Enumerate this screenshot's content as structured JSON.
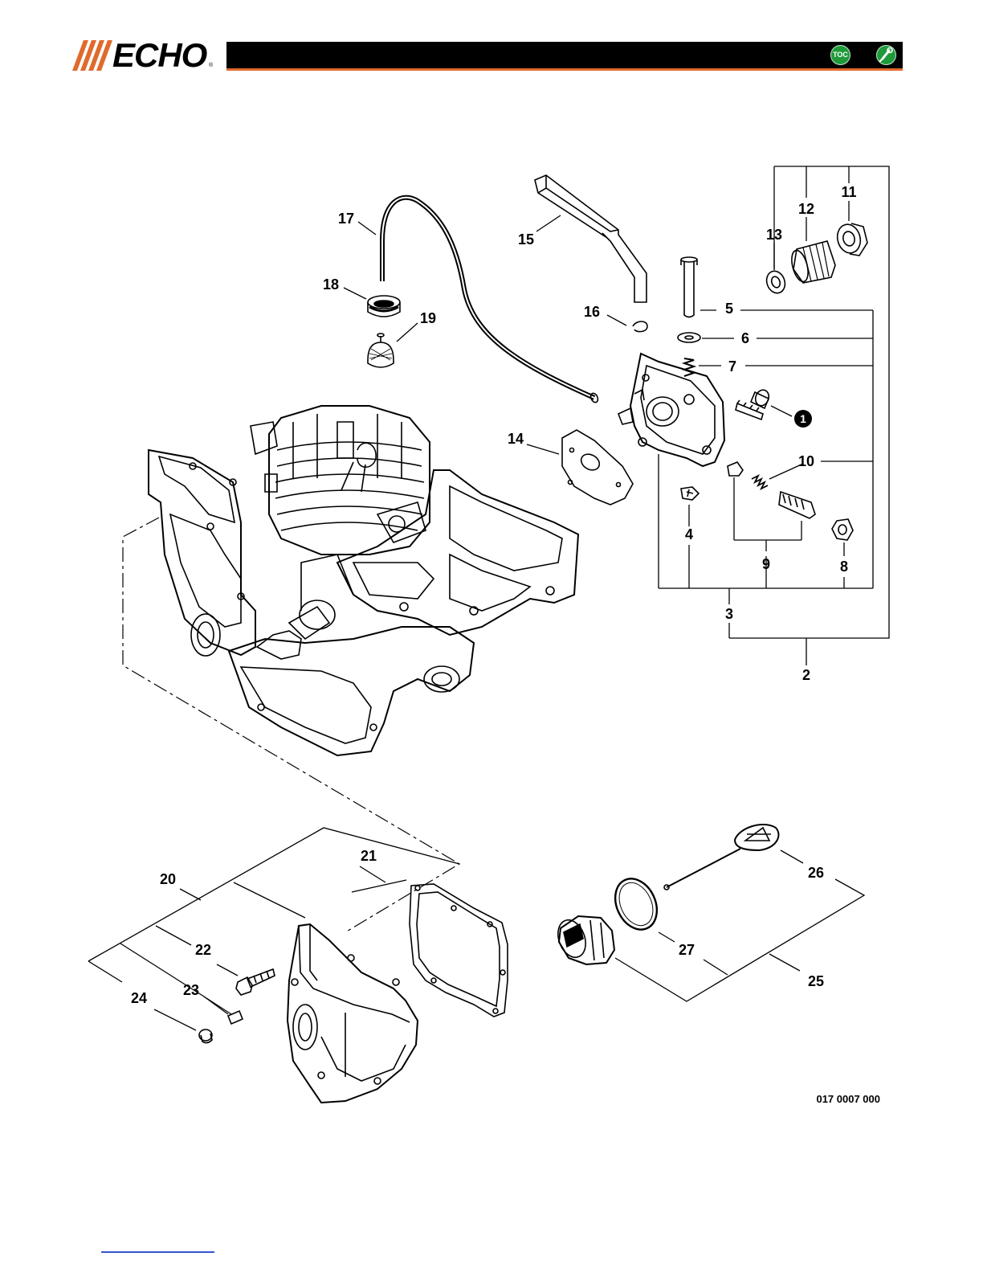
{
  "brand": {
    "name": "ECHO",
    "reg_mark": "®",
    "accent": "#e06a2c",
    "bar_color": "#000000"
  },
  "header": {
    "toc_button": {
      "label": "TOC",
      "icon": "toc-icon",
      "color": "#1f9a3a"
    },
    "tool_button": {
      "icon": "wrench-screwdriver-icon",
      "color": "#1f9a3a"
    }
  },
  "diagram": {
    "callouts": [
      "1",
      "2",
      "3",
      "4",
      "5",
      "6",
      "7",
      "8",
      "9",
      "10",
      "11",
      "12",
      "13",
      "14",
      "15",
      "16",
      "17",
      "18",
      "19",
      "20",
      "21",
      "22",
      "23",
      "24",
      "25",
      "26",
      "27"
    ],
    "note_marker": "1",
    "reference_code": "017 0007 000"
  }
}
